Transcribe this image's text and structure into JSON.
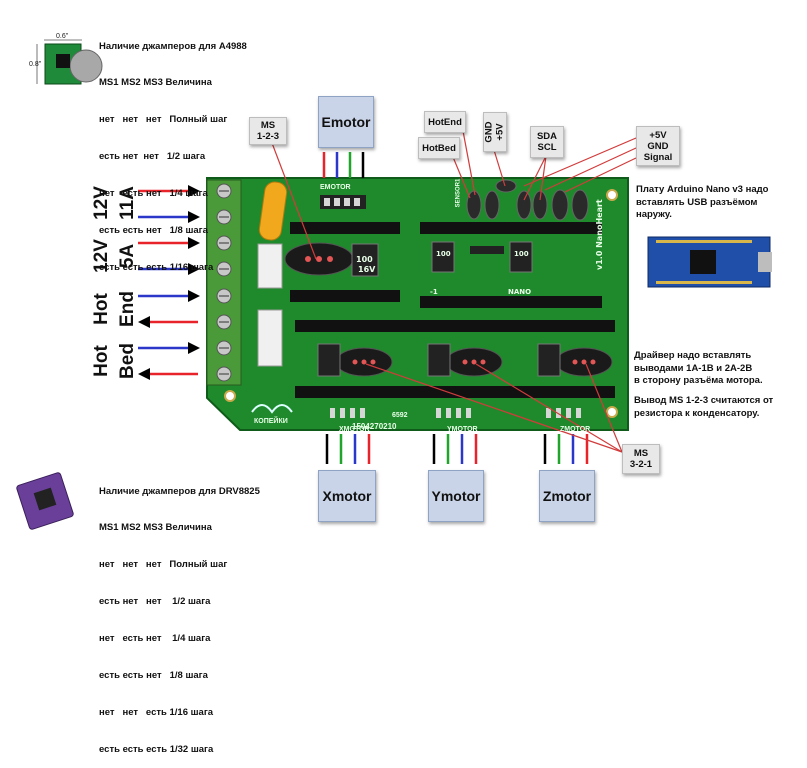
{
  "note_a4988": {
    "title": "Наличие джамперов для A4988",
    "header": "MS1 MS2 MS3 Величина",
    "rows": [
      "нет   нет   нет   Полный шаг",
      "есть нет  нет   1/2 шага",
      "нет   есть нет   1/4 шага",
      "есть есть нет   1/8 шага",
      "есть есть есть 1/16 шага"
    ]
  },
  "note_drv8825": {
    "title": "Наличие джамперов для DRV8825",
    "header": "MS1 MS2 MS3 Величина",
    "rows": [
      "нет   нет   нет   Полный шаг",
      "есть нет   нет    1/2 шага",
      "нет   есть нет    1/4 шага",
      "есть есть нет   1/8 шага",
      "нет   нет   есть 1/16 шага",
      "есть есть есть 1/32 шага"
    ]
  },
  "module_dims": {
    "width": "0.6\"",
    "height": "0.8\""
  },
  "labels": {
    "emotor": "Emotor",
    "xmotor": "Xmotor",
    "ymotor": "Ymotor",
    "zmotor": "Zmotor",
    "ms123": "MS\n1-2-3",
    "ms321": "MS\n3-2-1",
    "hotend": "HotEnd",
    "hotbed": "HotBed",
    "gnd5v": "GND\n+5V",
    "sdascl": "SDA\nSCL",
    "power_sig": "+5V\nGND\nSignal"
  },
  "side_labels": {
    "v12_11a_a": "12V",
    "v12_11a_b": "11A",
    "v12_5a_a": "12V",
    "v12_5a_b": "5A",
    "hotend_a": "Hot",
    "hotend_b": "End",
    "hotbed_a": "Hot",
    "hotbed_b": "Bed"
  },
  "notes_right": {
    "arduino": "Плату Arduino Nano v3 надо\nвставлять USB разъёмом\nнаружу.",
    "driver": "Драйвер надо вставлять\nвыводами 1А-1В и 2А-2В\nв сторону разъёма мотора.",
    "ms_pin": "Вывод MS 1-2-3 считаются от\nрезистора к конденсатору."
  },
  "pcb": {
    "emotor_silk": "EMOTOR",
    "xmotor_silk": "XMOTOR",
    "ymotor_silk": "YMOTOR",
    "zmotor_silk": "ZMOTOR",
    "logo": "КОПЕЙКИ",
    "serial": "1504270210",
    "code": "6592",
    "brand": "v1.0\nNanoHeart",
    "nano": "NANO",
    "sensor": "SENSOR1",
    "cap_label": "100\n16V"
  },
  "colors": {
    "pcb": "#1f8a2c",
    "red": "#e8232a",
    "blue": "#2a37c8",
    "green": "#1ea52a",
    "black": "#000000",
    "callout": "#d23b3b"
  }
}
